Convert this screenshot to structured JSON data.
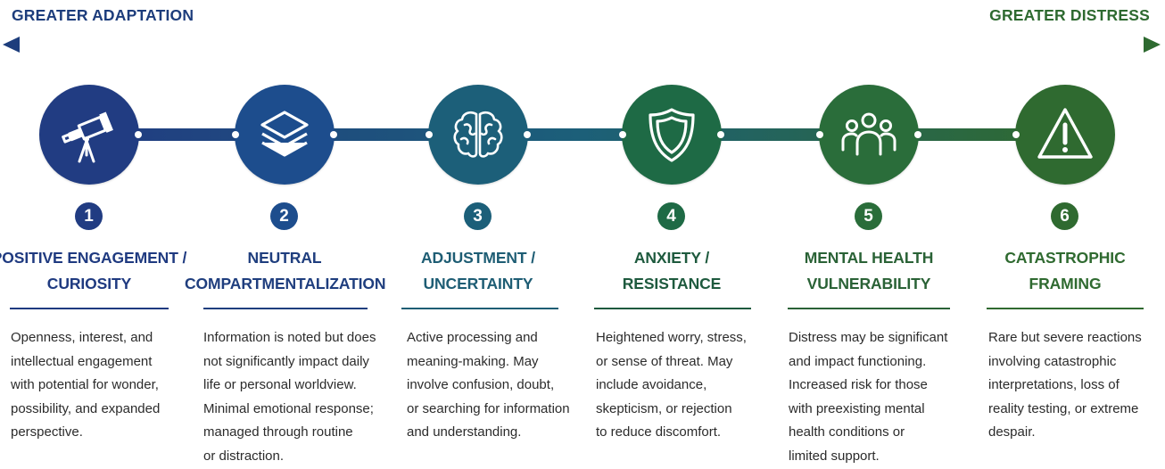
{
  "header": {
    "left_label": "GREATER ADAPTATION",
    "right_label": "GREATER DISTRESS"
  },
  "colors": {
    "left": "#1d3d7c",
    "right": "#2e6a30",
    "stages": [
      "#213c82",
      "#1d4d8d",
      "#1c5f79",
      "#1e6a45",
      "#2a6d3a",
      "#2f6a30"
    ],
    "titles": [
      "#1f3a80",
      "#1f3e7e",
      "#1e5d74",
      "#1e5a3e",
      "#2a6236",
      "#2f6a30"
    ]
  },
  "stages": [
    {
      "number": "1",
      "icon": "telescope-icon",
      "title": [
        "POSITIVE ENGAGEMENT /",
        "CURIOSITY"
      ],
      "description": [
        "Openness, interest, and",
        "intellectual engagement",
        "with potential for wonder,",
        "possibility, and expanded",
        "perspective."
      ]
    },
    {
      "number": "2",
      "icon": "layers-icon",
      "title": [
        "NEUTRAL",
        "COMPARTMENTALIZATION"
      ],
      "description": [
        "Information is noted but does",
        "not significantly impact daily",
        "life or personal worldview.",
        "Minimal emotional response;",
        "managed through routine",
        "or distraction."
      ]
    },
    {
      "number": "3",
      "icon": "brain-icon",
      "title": [
        "ADJUSTMENT /",
        "UNCERTAINTY"
      ],
      "description": [
        "Active processing and",
        "meaning-making. May",
        "involve confusion, doubt,",
        "or searching for information",
        "and understanding."
      ]
    },
    {
      "number": "4",
      "icon": "shield-icon",
      "title": [
        "ANXIETY /",
        "RESISTANCE"
      ],
      "description": [
        "Heightened worry, stress,",
        "or sense of threat. May",
        "include avoidance,",
        "skepticism, or rejection",
        "to reduce discomfort."
      ]
    },
    {
      "number": "5",
      "icon": "people-group-icon",
      "title": [
        "MENTAL HEALTH",
        "VULNERABILITY"
      ],
      "description": [
        "Distress may be significant",
        "and impact functioning.",
        "Increased risk for those",
        "with preexisting mental",
        "health conditions or",
        "limited support."
      ]
    },
    {
      "number": "6",
      "icon": "warning-triangle-icon",
      "title": [
        "CATASTROPHIC",
        "FRAMING"
      ],
      "description": [
        "Rare but severe reactions",
        "involving catastrophic",
        "interpretations, loss of",
        "reality testing, or extreme",
        "despair."
      ]
    }
  ]
}
